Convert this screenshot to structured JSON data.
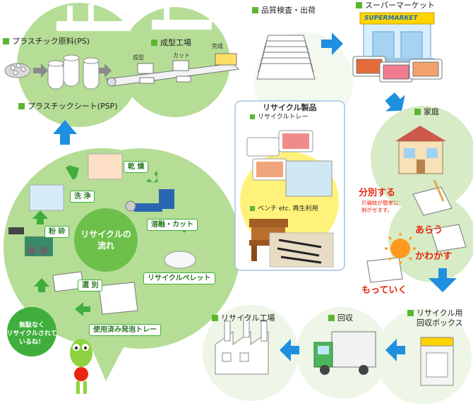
{
  "production": {
    "raw_material": "プラスチック原料(PS)",
    "molding_factory": "成型工場",
    "step_molding": "成型",
    "step_cut": "カット",
    "step_done": "完成",
    "sheet": "プラスチックシート(PSP)"
  },
  "distribution": {
    "inspection": "品質検査・出荷",
    "supermarket": "スーパーマーケット",
    "store_sign": "SUPERMARKET",
    "home": "家庭"
  },
  "recycled_products": {
    "title": "リサイクル製品",
    "tray": "リサイクルトレー",
    "bench": "ベンチ etc. 再生利用"
  },
  "home_actions": {
    "separate": "分別する",
    "separate_note": [
      "爪楊枝が簡単に",
      "剥がせます。"
    ],
    "wash": "あらう",
    "dry": "かわかす",
    "bring": "もっていく"
  },
  "collection": {
    "recycle_box": [
      "リサイクル用",
      "回収ボックス"
    ],
    "pickup": "回収",
    "recycle_factory": "リサイクル工場"
  },
  "recycle_flow": {
    "center": [
      "リサイクルの",
      "流れ"
    ],
    "used_tray": "使用済み発泡トレー",
    "sort": "選 別",
    "crush": "粉 砕",
    "wash": "洗 浄",
    "dry": "乾 燥",
    "melt_cut": "溶融・カット",
    "pellet": "リサイクルペレット"
  },
  "mascot_bubble": [
    "無駄なく",
    "リサイクルされて",
    "いるね！"
  ],
  "colors": {
    "green_circle": "#b5dd96",
    "label_square": "#5cb531",
    "arrow_blue": "#1f8fe0",
    "accent_red": "#e8250e",
    "button_green": "#3fae3c"
  }
}
